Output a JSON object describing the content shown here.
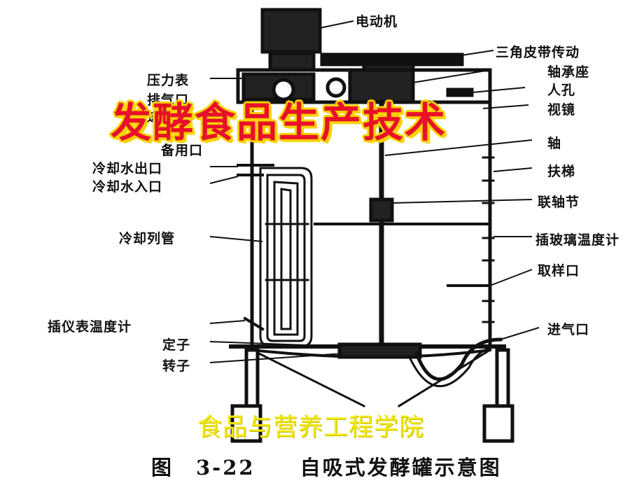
{
  "title": "发酵食品生产技术",
  "institution": "食品与营养工程学院",
  "figure_caption": "图　3-22　　自吸式发酵罐示意图",
  "labels": {
    "motor": "电动机",
    "v_belt": "三角皮带传动",
    "bearing_seat": "轴承座",
    "manhole": "人孔",
    "sight_glass": "视镜",
    "shaft": "轴",
    "ladder": "扶梯",
    "coupling": "联轴节",
    "thermometer_port": "插玻璃温度计",
    "sampling_port": "取样口",
    "air_inlet": "进气口",
    "pressure_gauge": "压力表",
    "exhaust_port": "排气口",
    "feed_port": "进料口",
    "spare_port": "备用口",
    "cooling_water_out": "冷却水出口",
    "cooling_water_in": "冷却水入口",
    "cooling_tubes": "冷却列管",
    "instrument_thermometer": "插仪表温度计",
    "stator": "定子",
    "rotor": "转子"
  }
}
